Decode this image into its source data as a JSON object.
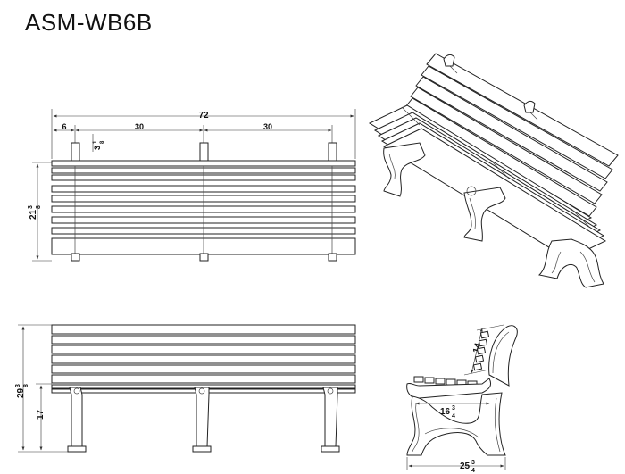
{
  "model": "ASM-WB6B",
  "top_view": {
    "overall_width": "72",
    "leg_offset": "6",
    "spacing_left": "30",
    "spacing_right": "30",
    "small_whole": "3",
    "small_frac_num": "1",
    "small_frac_den": "8",
    "depth_whole": "21",
    "depth_frac_num": "3",
    "depth_frac_den": "8"
  },
  "front_view": {
    "height_whole": "29",
    "height_frac_num": "3",
    "height_frac_den": "8",
    "seat_height": "17"
  },
  "side_view": {
    "back_length": "14",
    "seat_depth_whole": "16",
    "seat_depth_frac_num": "3",
    "seat_depth_frac_den": "4",
    "base_whole": "25",
    "base_frac_num": "3",
    "base_frac_den": "4"
  }
}
